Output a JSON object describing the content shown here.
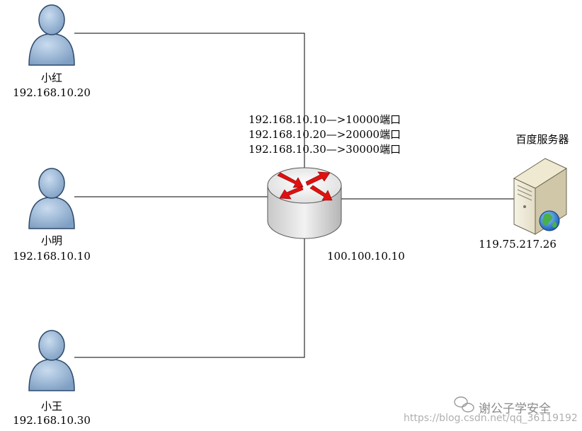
{
  "users": [
    {
      "name": "小红",
      "ip": "192.168.10.20"
    },
    {
      "name": "小明",
      "ip": "192.168.10.10"
    },
    {
      "name": "小王",
      "ip": "192.168.10.30"
    }
  ],
  "nat_table": [
    "192.168.10.10—>10000端口",
    "192.168.10.20—>20000端口",
    "192.168.10.30—>30000端口"
  ],
  "router": {
    "public_ip": "100.100.10.10"
  },
  "server": {
    "name": "百度服务器",
    "ip": "119.75.217.26"
  },
  "watermark": {
    "account": "谢公子学安全",
    "url": "https://blog.csdn.net/qq_36119192"
  },
  "colors": {
    "person_fill": "#9db8d6",
    "person_stroke": "#2e4a6b",
    "router_arrow": "#e01010",
    "line": "#000000"
  }
}
